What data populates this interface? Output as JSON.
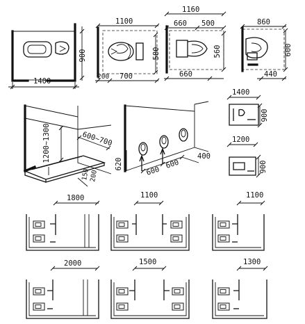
{
  "plans": {
    "p1": {
      "h": "1400",
      "v": "900"
    },
    "p2": {
      "h1": "1100",
      "v": "580",
      "h2a": "200",
      "h2b": "700"
    },
    "p3": {
      "h1": "1160",
      "h2a": "660",
      "h2b": "500",
      "v": "560",
      "h3": "660"
    },
    "p4": {
      "h1": "860",
      "v": "600",
      "h2": "440"
    }
  },
  "urinal_trough": {
    "h1": "1200~1300",
    "w": "600~700",
    "step1": "150",
    "step2": "200"
  },
  "urinals": {
    "s1": "600",
    "s2": "600",
    "d": "400",
    "h": "620"
  },
  "small_plans": {
    "a": {
      "w": "1400",
      "h": "900"
    },
    "b": {
      "w": "1200",
      "h": "900"
    }
  },
  "cubicles": {
    "c1": "1800",
    "c2": "1100",
    "c3": "1100",
    "c4": "2000",
    "c5": "1500",
    "c6": "1300"
  }
}
